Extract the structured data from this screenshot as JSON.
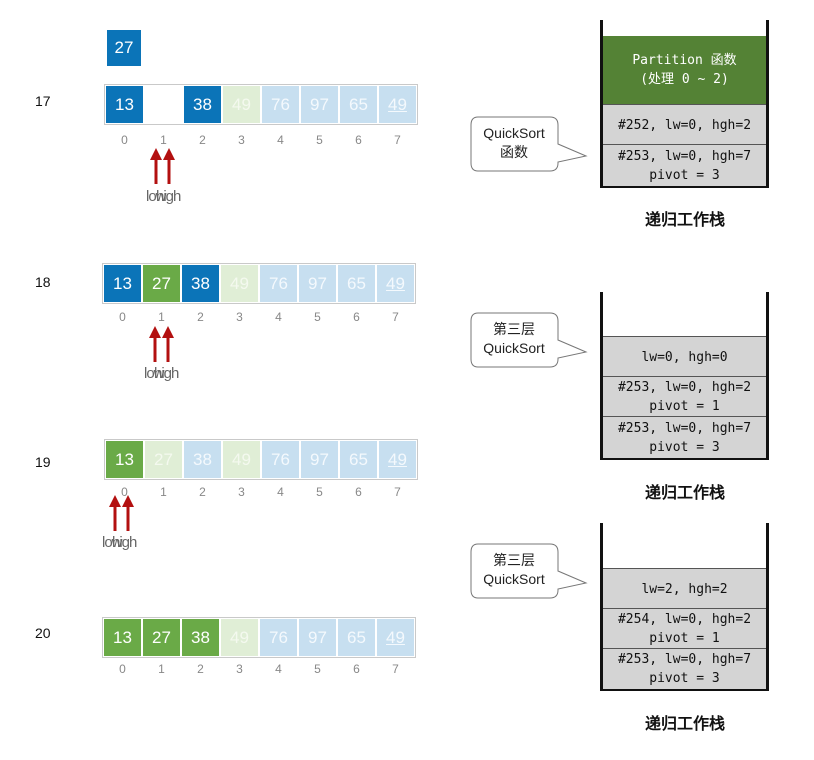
{
  "steps": [
    {
      "label": "17",
      "cells": [
        {
          "value": "13",
          "style": "blue-dark"
        },
        {
          "value": "",
          "style": "blank"
        },
        {
          "value": "38",
          "style": "blue-dark"
        },
        {
          "value": "49",
          "style": "green-light"
        },
        {
          "value": "76",
          "style": "blue-light"
        },
        {
          "value": "97",
          "style": "blue-light"
        },
        {
          "value": "65",
          "style": "blue-light"
        },
        {
          "value": "49",
          "style": "blue-light",
          "underline": true
        }
      ],
      "floating_value": "27",
      "pointer_index": 1,
      "low_label": "low",
      "high_label": "high"
    },
    {
      "label": "18",
      "cells": [
        {
          "value": "13",
          "style": "blue-dark"
        },
        {
          "value": "27",
          "style": "green-dark"
        },
        {
          "value": "38",
          "style": "blue-dark"
        },
        {
          "value": "49",
          "style": "green-light"
        },
        {
          "value": "76",
          "style": "blue-light"
        },
        {
          "value": "97",
          "style": "blue-light"
        },
        {
          "value": "65",
          "style": "blue-light"
        },
        {
          "value": "49",
          "style": "blue-light",
          "underline": true
        }
      ],
      "pointer_index": 1,
      "low_label": "low",
      "high_label": "high"
    },
    {
      "label": "19",
      "cells": [
        {
          "value": "13",
          "style": "green-dark"
        },
        {
          "value": "27",
          "style": "green-light"
        },
        {
          "value": "38",
          "style": "blue-light"
        },
        {
          "value": "49",
          "style": "green-light"
        },
        {
          "value": "76",
          "style": "blue-light"
        },
        {
          "value": "97",
          "style": "blue-light"
        },
        {
          "value": "65",
          "style": "blue-light"
        },
        {
          "value": "49",
          "style": "blue-light",
          "underline": true
        }
      ],
      "pointer_index": 0,
      "low_label": "low",
      "high_label": "high"
    },
    {
      "label": "20",
      "cells": [
        {
          "value": "13",
          "style": "green-dark"
        },
        {
          "value": "27",
          "style": "green-dark"
        },
        {
          "value": "38",
          "style": "green-dark"
        },
        {
          "value": "49",
          "style": "green-light"
        },
        {
          "value": "76",
          "style": "blue-light"
        },
        {
          "value": "97",
          "style": "blue-light"
        },
        {
          "value": "65",
          "style": "blue-light"
        },
        {
          "value": "49",
          "style": "blue-light",
          "underline": true
        }
      ]
    }
  ],
  "indices": [
    "0",
    "1",
    "2",
    "3",
    "4",
    "5",
    "6",
    "7"
  ],
  "callouts": [
    {
      "line1": "QuickSort",
      "line2": "函数"
    },
    {
      "line1": "第三层",
      "line2": "QuickSort"
    },
    {
      "line1": "第三层",
      "line2": "QuickSort"
    }
  ],
  "stacks": [
    {
      "frames": [
        {
          "lines": [
            "Partition 函数",
            "(处理 0 ~ 2)"
          ],
          "highlight": true
        },
        {
          "lines": [
            "#252, lw=0, hgh=2"
          ]
        },
        {
          "lines": [
            "#253, lw=0, hgh=7",
            "pivot = 3"
          ]
        }
      ]
    },
    {
      "frames": [
        {
          "lines": [
            "lw=0, hgh=0"
          ]
        },
        {
          "lines": [
            "#253, lw=0, hgh=2",
            "pivot = 1"
          ]
        },
        {
          "lines": [
            "#253, lw=0, hgh=7",
            "pivot = 3"
          ]
        }
      ]
    },
    {
      "frames": [
        {
          "lines": [
            "lw=2, hgh=2"
          ]
        },
        {
          "lines": [
            "#254, lw=0, hgh=2",
            "pivot = 1"
          ]
        },
        {
          "lines": [
            "#253, lw=0, hgh=7",
            "pivot = 3"
          ]
        }
      ]
    }
  ],
  "stack_caption": "递归工作栈",
  "colors": {
    "dark_blue": "#0b74b8",
    "light_blue": "#c7dff0",
    "dark_green": "#6aaa47",
    "light_green": "#e0eed6",
    "arrow_red": "#b31010",
    "frame_green": "#548235",
    "frame_gray": "#d4d4d4"
  }
}
